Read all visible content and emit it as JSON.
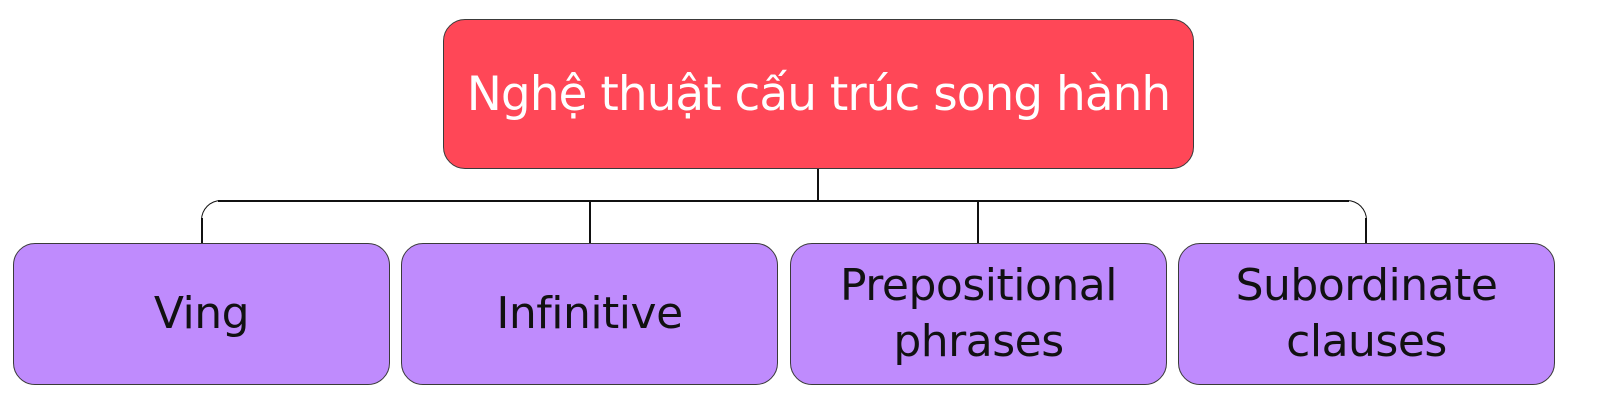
{
  "diagram": {
    "type": "tree",
    "root": {
      "label": "Nghệ thuật cấu trúc song hành",
      "color": "#ff4757"
    },
    "children": [
      {
        "label": "Ving",
        "color": "#bf8bfd"
      },
      {
        "label": "Infinitive",
        "color": "#bf8bfd"
      },
      {
        "label": "Prepositional phrases",
        "color": "#bf8bfd"
      },
      {
        "label": "Subordinate clauses",
        "color": "#bf8bfd"
      }
    ]
  }
}
